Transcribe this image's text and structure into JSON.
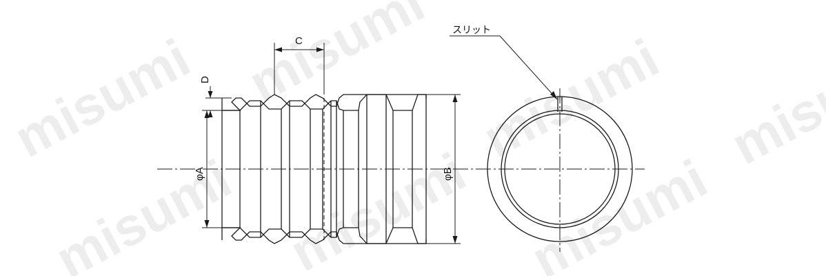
{
  "watermark": "misumi",
  "labels": {
    "c": "C",
    "d": "D",
    "phi_a": "φA",
    "phi_b": "φB",
    "slit": "スリット"
  }
}
